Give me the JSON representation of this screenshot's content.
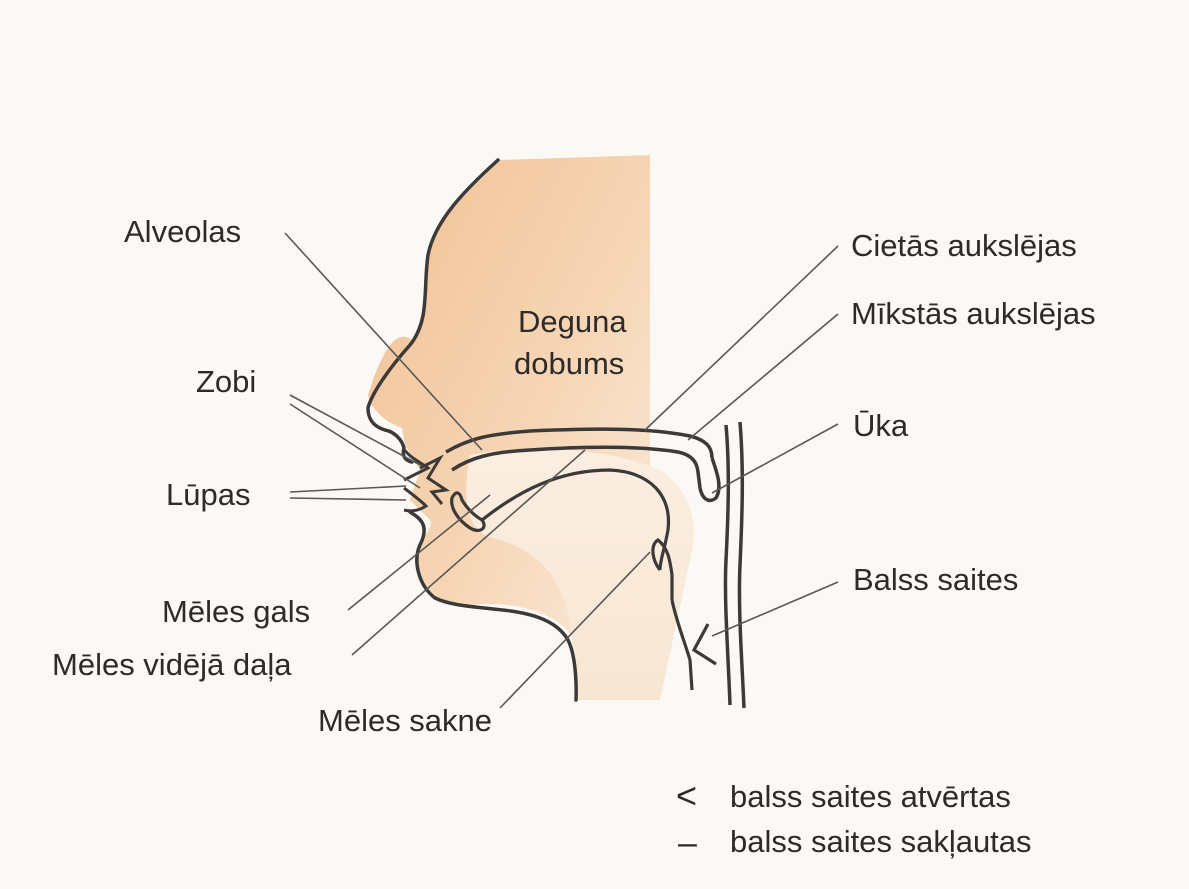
{
  "colors": {
    "skin": "#f3c79e",
    "skin_light": "#f8e3cc",
    "outline": "#3c3a38",
    "leader": "#5a5754",
    "text": "#2d2b29",
    "paper": "#fbf9f6"
  },
  "labels": {
    "alveolas": "Alveolas",
    "zobi": "Zobi",
    "lupas": "Lūpas",
    "meles_gals": "Mēles gals",
    "meles_videja_dala": "Mēles vidējā daļa",
    "meles_sakne": "Mēles sakne",
    "deguna_dobums_1": "Deguna",
    "deguna_dobums_2": "dobums",
    "cietas_aukslejas": "Cietās aukslējas",
    "mikstas_aukslejas": "Mīkstās aukslējas",
    "uka": "Ūka",
    "balss_saites": "Balss saites"
  },
  "legend": {
    "open_symbol": "<",
    "open_text": "balss saites atvērtas",
    "closed_symbol": "–",
    "closed_text": "balss saites sakļautas"
  }
}
